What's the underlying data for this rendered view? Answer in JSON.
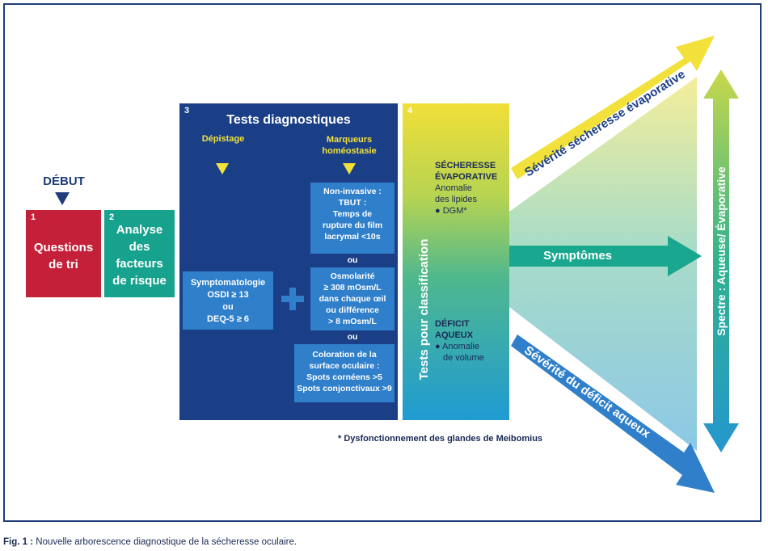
{
  "start": {
    "label": "DÉBUT"
  },
  "step1": {
    "number": "1",
    "label_line1": "Questions",
    "label_line2": "de tri"
  },
  "step2": {
    "number": "2",
    "label_line1": "Analyse",
    "label_line2": "des",
    "label_line3": "facteurs",
    "label_line4": "de risque"
  },
  "step3": {
    "number": "3",
    "title": "Tests diagnostiques",
    "screening_label": "Dépistage",
    "markers_label_line1": "Marqueurs",
    "markers_label_line2": "homéostasie",
    "symptom_box": {
      "line1": "Symptomatologie",
      "line2": "OSDI ≥ 13",
      "line3": "ou",
      "line4": "DEQ-5 ≥ 6"
    },
    "tbut_box": {
      "line1": "Non-invasive :",
      "line2": "TBUT :",
      "line3": "Temps de",
      "line4": "rupture du film",
      "line5": "lacrymal <10s"
    },
    "or1": "ou",
    "osmo_box": {
      "line1": "Osmolarité",
      "line2": "≥ 308 mOsm/L",
      "line3": "dans chaque œil",
      "line4": "ou différence",
      "line5": "> 8 mOsm/L"
    },
    "or2": "ou",
    "stain_box": {
      "line1": "Coloration de la",
      "line2": "surface oculaire :",
      "line3": "Spots cornéens >5",
      "line4": "Spots conjonctivaux >9"
    }
  },
  "step4": {
    "number": "4",
    "vertical_label": "Tests pour classification",
    "evap_line1": "SÉCHERESSE",
    "evap_line2": "ÉVAPORATIVE",
    "evap_line3": "Anomalie",
    "evap_line4": "des lipides",
    "evap_line5": "● DGM*",
    "aq_line1": "DÉFICIT",
    "aq_line2": "AQUEUX",
    "aq_line3": "● Anomalie",
    "aq_line4": "de volume"
  },
  "arrows": {
    "evaporative_severity": "Sévérité sécheresse évaporative",
    "symptoms": "Symptômes",
    "aqueous_severity": "Sévérité du déficit aqueux",
    "spectrum": "Spectre : Aqueuse/ Évaporative"
  },
  "footnote": "* Dysfonctionnement des glandes de Meibomius",
  "caption": {
    "prefix": "Fig. 1 :",
    "text": " Nouvelle arborescence diagnostique de la sécheresse oculaire."
  },
  "colors": {
    "step1": "#c4203a",
    "step2": "#16a28d",
    "step3": "#1b3f86",
    "yellow": "#f1e13a",
    "teal": "#16a28d",
    "blue": "#2f7fca"
  }
}
